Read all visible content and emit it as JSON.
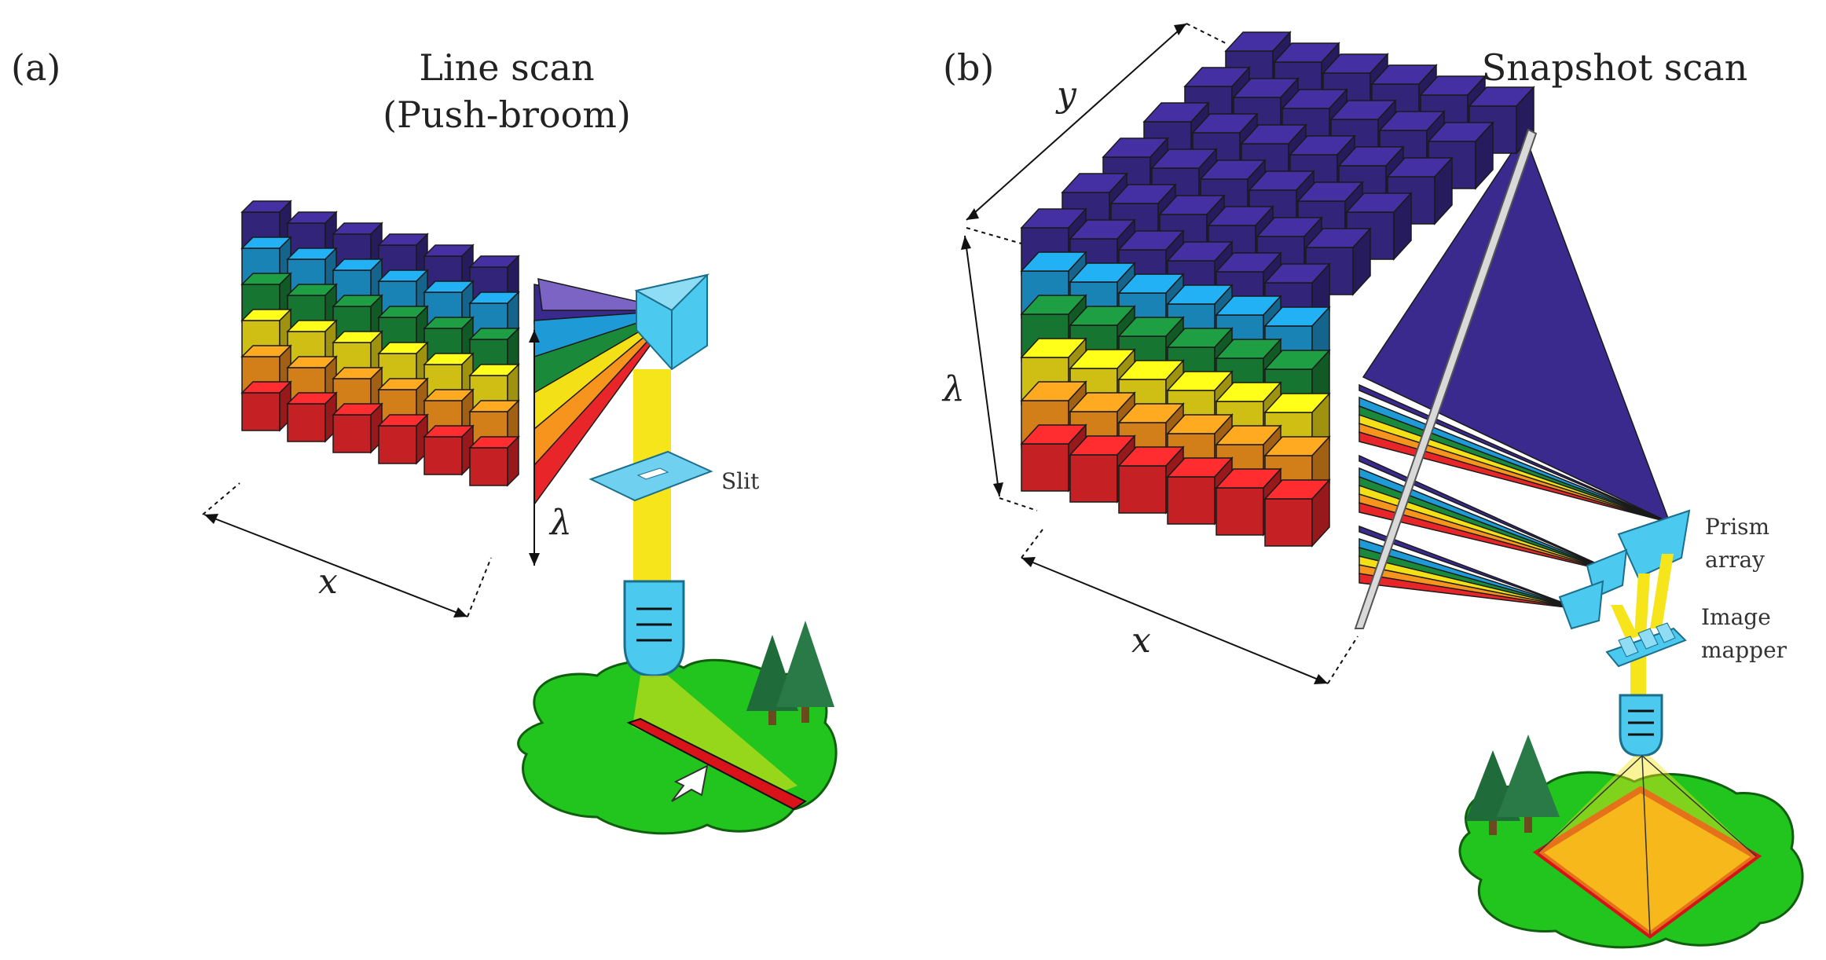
{
  "panel_a": {
    "letter": "(a)",
    "title_line1": "Line scan",
    "title_line2": "(Push-broom)",
    "axis_x": "x",
    "axis_lambda": "λ",
    "slit_label": "Slit"
  },
  "panel_b": {
    "letter": "(b)",
    "title": "Snapshot scan",
    "axis_x": "x",
    "axis_y": "y",
    "axis_lambda": "λ",
    "prism_label_line1": "Prism",
    "prism_label_line2": "array",
    "mapper_label_line1": "Image",
    "mapper_label_line2": "mapper"
  },
  "colors": {
    "bands": [
      "#3b2a8e",
      "#1e9ad6",
      "#1a8a3a",
      "#f4e016",
      "#f7941d",
      "#e8262a"
    ],
    "optics": "#4cc9ef",
    "light": "#f6e51a",
    "ground": "#22c41e",
    "tree": "#1f6b3a",
    "scan_area": "#f7941d",
    "scan_border": "#d8141a"
  },
  "icons": [
    "prism-icon",
    "lens-icon",
    "slit-icon",
    "tree-icon",
    "arrow-icon",
    "image-mapper-icon"
  ]
}
